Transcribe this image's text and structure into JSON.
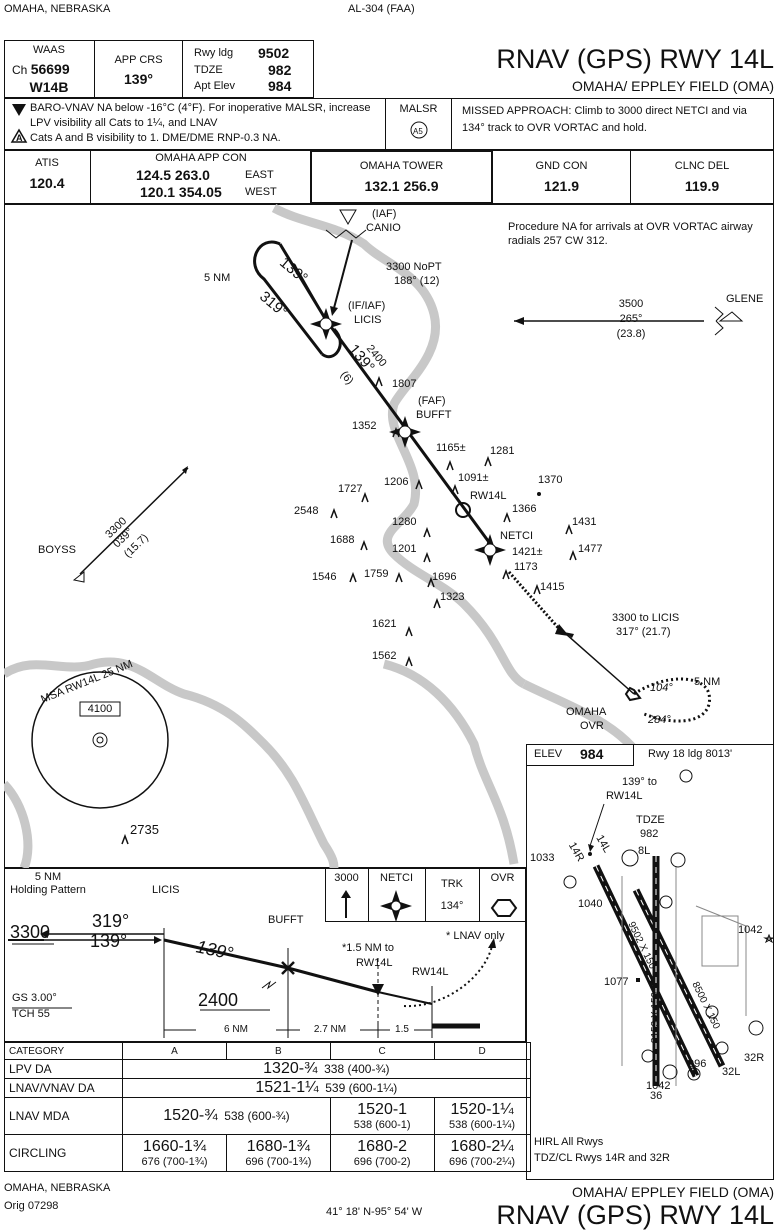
{
  "top": {
    "location": "OMAHA, NEBRASKA",
    "procedure_id": "AL-304 (FAA)"
  },
  "title": {
    "name": "RNAV (GPS) RWY 14L",
    "airport": "OMAHA/ EPPLEY FIELD (OMA)"
  },
  "briefing": {
    "waas_label": "WAAS",
    "ch_label": "Ch",
    "ch_value": "56699",
    "waas_id": "W14B",
    "app_crs_label": "APP CRS",
    "app_crs_value": "139°",
    "rwy_ldg_label": "Rwy ldg",
    "rwy_ldg_value": "9502",
    "tdze_label": "TDZE",
    "tdze_value": "982",
    "apt_elev_label": "Apt Elev",
    "apt_elev_value": "984"
  },
  "notes": {
    "note1": "BARO-VNAV NA below -16°C (4°F).  For inoperative MALSR, increase LPV visibility all Cats to 1¼, and LNAV",
    "note2": "Cats A and B visibility to 1.  DME/DME RNP-0.3 NA.",
    "malsr": "MALSR",
    "missed": "MISSED APPROACH:  Climb to 3000 direct NETCI and via 134° track to OVR VORTAC and hold."
  },
  "comms": {
    "atis_label": "ATIS",
    "atis": "120.4",
    "app_label": "OMAHA APP CON",
    "app1": "124.5 263.0",
    "app1_dir": "EAST",
    "app2": "120.1 354.05",
    "app2_dir": "WEST",
    "tower_label": "OMAHA TOWER",
    "tower": "132.1  256.9",
    "gnd_label": "GND CON",
    "gnd": "121.9",
    "clnc_label": "CLNC DEL",
    "clnc": "119.9"
  },
  "plan": {
    "na_note": "Procedure NA for arrivals at OVR VORTAC airway radials 257 CW 312.",
    "iaf": "(IAF)",
    "canio": "CANIO",
    "canio_leg": "3300 NoPT",
    "canio_leg2": "188° (12)",
    "ifiaf": "(IF/IAF)",
    "licis": "LICIS",
    "hold_139": "139°",
    "hold_319": "319°",
    "hold_5nm": "5 NM",
    "seg_alt": "2400",
    "seg_crs": "139°",
    "seg_dist": "(6)",
    "faf": "(FAF)",
    "bufft": "BUFFT",
    "rw14l": "RW14L",
    "netci": "NETCI",
    "glene": "GLENE",
    "glene_alt": "3500",
    "glene_crs": "265°",
    "glene_dist": "(23.8)",
    "boyss": "BOYSS",
    "boyss_alt": "3300",
    "boyss_crs": "039°",
    "boyss_dist": "(15.7)",
    "ovr_leg": "3300 to LICIS",
    "ovr_leg2": "317° (21.7)",
    "omaha_ovr": "OMAHA",
    "ovr": "OVR",
    "ovr_hold_in": "104°",
    "ovr_hold_out": "284°",
    "ovr_5nm": "5 NM",
    "msa": "MSA RW14L 25 NM",
    "msa_alt": "4100",
    "obstacles": [
      {
        "v": "1807"
      },
      {
        "v": "1352"
      },
      {
        "v": "1165±"
      },
      {
        "v": "1281"
      },
      {
        "v": "1206"
      },
      {
        "v": "1091±"
      },
      {
        "v": "1370"
      },
      {
        "v": "1727"
      },
      {
        "v": "2548"
      },
      {
        "v": "1366"
      },
      {
        "v": "1280"
      },
      {
        "v": "1431"
      },
      {
        "v": "1688"
      },
      {
        "v": "1201"
      },
      {
        "v": "1421±"
      },
      {
        "v": "1477"
      },
      {
        "v": "1173"
      },
      {
        "v": "1546"
      },
      {
        "v": "1759"
      },
      {
        "v": "1696"
      },
      {
        "v": "1415"
      },
      {
        "v": "1323"
      },
      {
        "v": "1621"
      },
      {
        "v": "1562"
      },
      {
        "v": "2735"
      }
    ]
  },
  "airport_diagram": {
    "elev_label": "ELEV",
    "elev": "984",
    "rwy_note": "Rwy 18 ldg 8013'",
    "crs_note": "139° to",
    "crs_note2": "RW14L",
    "tdze_label": "TDZE",
    "tdze": "982",
    "rwy_8l": "8L",
    "rwy_14r": "14R",
    "rwy_14l": "14L",
    "obst_1033": "1033",
    "obst_1040": "1040",
    "obst_1042a": "1042",
    "obst_1077": "1077",
    "obst_996": "996",
    "obst_1042b": "1042",
    "rwy_36": "36",
    "rwy_32l": "32L",
    "rwy_32r": "32R",
    "dim1": "9502 X 150",
    "dim2": "8500 X 150",
    "dim3": "8153 X 150",
    "hirl": "HIRL All Rwys",
    "tdzcl": "TDZ/CL Rwys 14R and 32R"
  },
  "profile": {
    "hold_title": "5 NM",
    "hold_title2": "Holding Pattern",
    "licis": "LICIS",
    "bufft": "BUFFT",
    "alt_3300": "3300",
    "crs_319": "319°",
    "crs_139a": "139°",
    "crs_139b": "139°",
    "alt_2400": "2400",
    "gs": "GS 3.00°",
    "tch": "TCH 55",
    "vdp_note": "*1.5 NM to",
    "vdp_note2": "RW14L",
    "rw14l": "RW14L",
    "lnav_only": "* LNAV only",
    "dist1": "6 NM",
    "dist2": "2.7 NM",
    "dist3": "1.5",
    "icon_3000": "3000",
    "icon_netci": "NETCI",
    "icon_trk": "TRK",
    "icon_trk_val": "134°",
    "icon_ovr": "OVR"
  },
  "minimums": {
    "category": "CATEGORY",
    "cats": [
      "A",
      "B",
      "C",
      "D"
    ],
    "lpv_label": "LPV  DA",
    "lpv_main": "1320-¾",
    "lpv_sub": "338 (400-¾)",
    "lnav_vnav_label": "LNAV/VNAV DA",
    "lnav_vnav_main": "1521-1¼",
    "lnav_vnav_sub": "539 (600-1¼)",
    "lnav_label": "LNAV  MDA",
    "lnav_ab_main": "1520-¾",
    "lnav_ab_sub": "538 (600-¾)",
    "lnav_c_main": "1520-1",
    "lnav_c_sub": "538 (600-1)",
    "lnav_d_main": "1520-1¼",
    "lnav_d_sub": "538 (600-1¼)",
    "circ_label": "CIRCLING",
    "circ_a": "1660-1¾",
    "circ_a_sub": "676 (700-1¾)",
    "circ_b": "1680-1¾",
    "circ_b_sub": "696 (700-1¾)",
    "circ_c": "1680-2",
    "circ_c_sub": "696 (700-2)",
    "circ_d": "1680-2¼",
    "circ_d_sub": "696 (700-2¼)"
  },
  "footer": {
    "location": "OMAHA, NEBRASKA",
    "orig": "Orig  07298",
    "coords": "41° 18' N-95° 54' W",
    "airport": "OMAHA/ EPPLEY FIELD (OMA)",
    "name": "RNAV (GPS) RWY 14L"
  }
}
